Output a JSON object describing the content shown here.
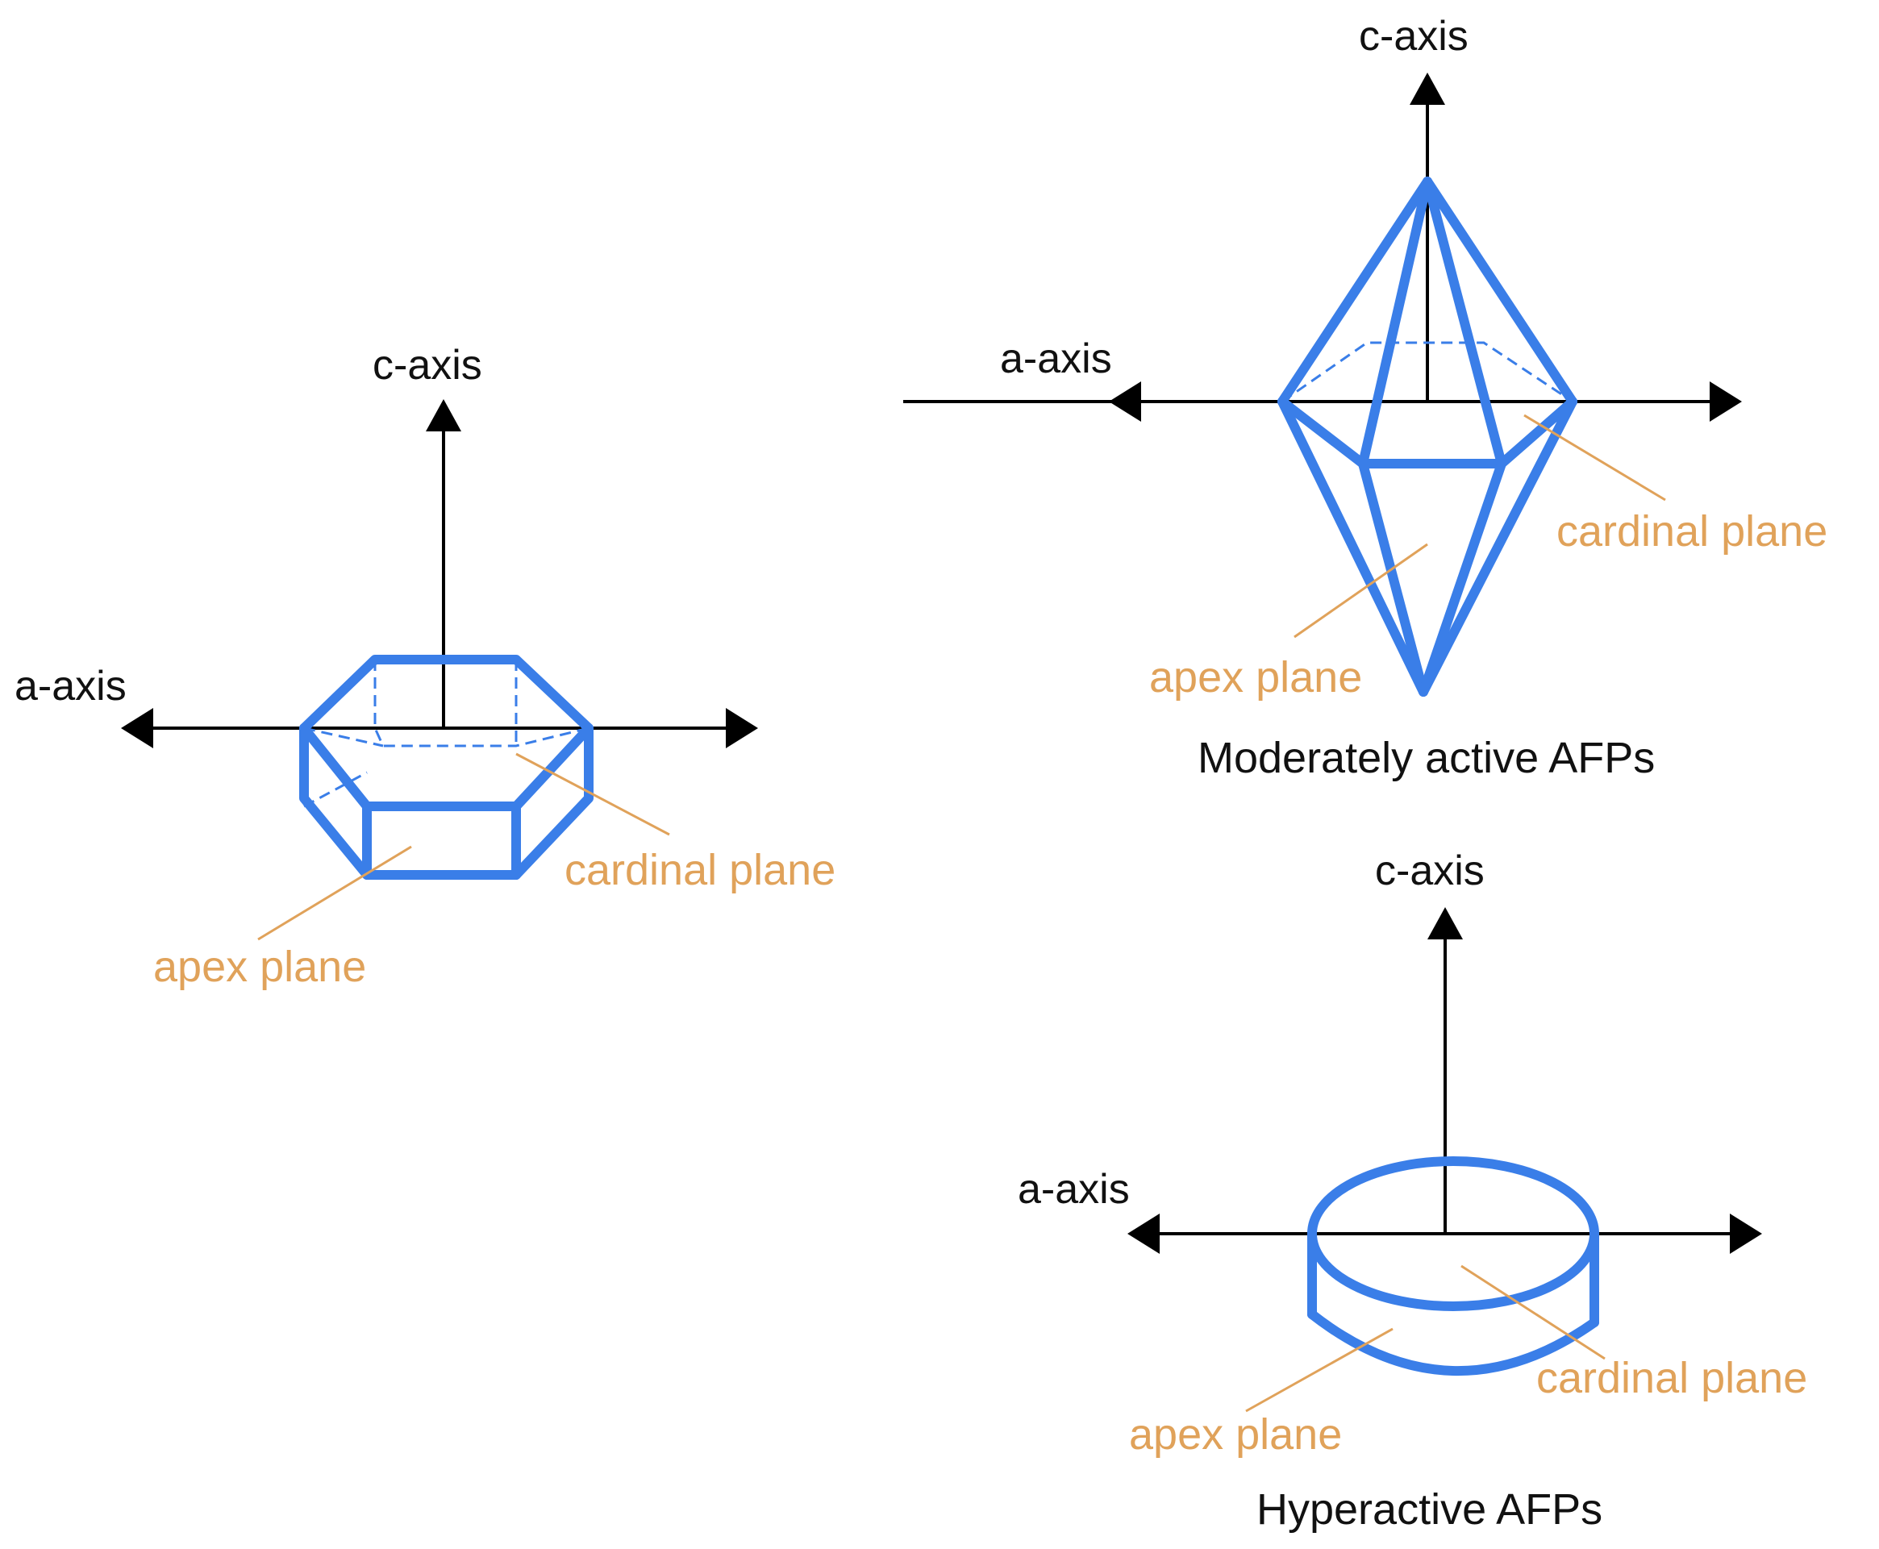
{
  "colors": {
    "crystal": "#3a7ee8",
    "axis": "#000000",
    "plane_label": "#e0a25a",
    "text": "#111111"
  },
  "diagram1": {
    "c_axis_label": "c-axis",
    "a_axis_label": "a-axis",
    "cardinal_plane_label": "cardinal plane",
    "apex_plane_label": "apex plane"
  },
  "diagram2": {
    "c_axis_label": "c-axis",
    "a_axis_label": "a-axis",
    "cardinal_plane_label": "cardinal plane",
    "apex_plane_label": "apex plane",
    "caption": "Moderately active AFPs"
  },
  "diagram3": {
    "c_axis_label": "c-axis",
    "a_axis_label": "a-axis",
    "cardinal_plane_label": "cardinal plane",
    "apex_plane_label": "apex plane",
    "caption": "Hyperactive AFPs"
  }
}
